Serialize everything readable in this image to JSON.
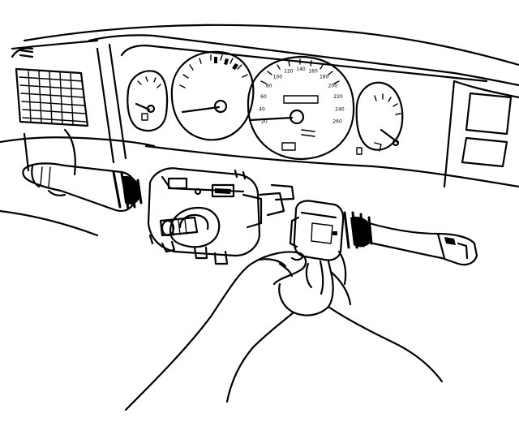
{
  "figure": {
    "subject": "",
    "background": "#ffffff",
    "ink": "#000000"
  },
  "speedometer": {
    "ticks": [
      "20",
      "40",
      "60",
      "80",
      "100",
      "120",
      "140",
      "160",
      "180",
      "200",
      "220",
      "240",
      "260"
    ]
  },
  "gauges": {
    "fuel_symbol": "fuel-pump-icon",
    "temp_symbol": "thermometer-icon"
  }
}
